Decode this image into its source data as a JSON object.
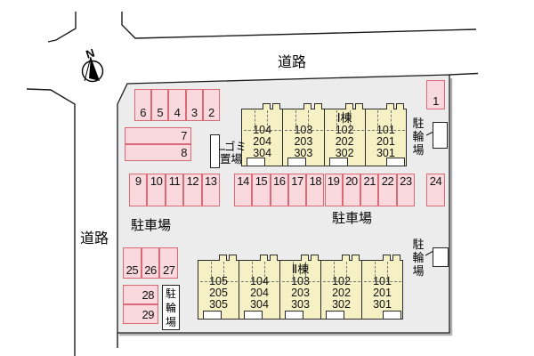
{
  "colors": {
    "site_fill": "#ececec",
    "parking_fill": "#f9d9de",
    "parking_border": "#d96a76",
    "building_fill": "#f6f0c5",
    "line_color": "#1a1a1a"
  },
  "labels": {
    "road": "道路",
    "parking_area": "駐車場",
    "bicycle_parking": "駐輪場",
    "garbage_line1": "ゴミ",
    "garbage_line2": "置場",
    "compass_north": "N"
  },
  "parking": {
    "groups": {
      "top_row": [
        "6",
        "5",
        "4",
        "3",
        "2"
      ],
      "side_pair": [
        "7",
        "8"
      ],
      "mid_left": [
        "9",
        "10",
        "11",
        "12",
        "13"
      ],
      "mid_right": [
        "14",
        "15",
        "16",
        "17",
        "18",
        "19",
        "20",
        "21",
        "22",
        "23"
      ],
      "mid_far": [
        "24"
      ],
      "north_single": [
        "1"
      ],
      "bottom_row": [
        "25",
        "26",
        "27"
      ],
      "bottom_pair": [
        "28",
        "29"
      ]
    }
  },
  "buildings": [
    {
      "name": "Ⅰ棟",
      "units": [
        [
          "104",
          "204",
          "304"
        ],
        [
          "103",
          "203",
          "303"
        ],
        [
          "102",
          "202",
          "302"
        ],
        [
          "101",
          "201",
          "301"
        ]
      ]
    },
    {
      "name": "Ⅱ棟",
      "units": [
        [
          "105",
          "205",
          "305"
        ],
        [
          "104",
          "204",
          "304"
        ],
        [
          "103",
          "203",
          "303"
        ],
        [
          "102",
          "202",
          "302"
        ],
        [
          "101",
          "201",
          "301"
        ]
      ]
    }
  ]
}
